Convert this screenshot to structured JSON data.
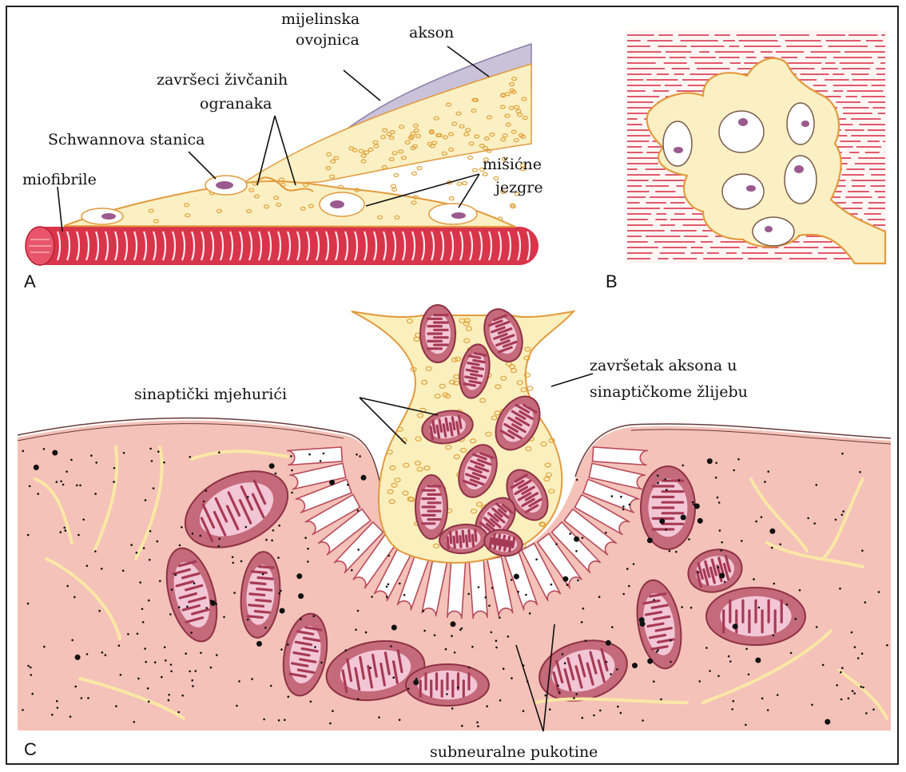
{
  "panels": {
    "a": "A",
    "b": "B",
    "c": "C"
  },
  "labels": {
    "mijelinska": "mijelinska",
    "ovojnica": "ovojnica",
    "akson": "akson",
    "zavrseci": "završeci živčanih",
    "ogranaka": "ogranaka",
    "schwann": "Schwannova stanica",
    "miofibrile": "miofibrile",
    "misicne": "mišićne",
    "jezgre": "jezgre",
    "zavrsetak1": "završetak aksona u",
    "zavrsetak2": "sinaptičkome žlijebu",
    "sinapticki": "sinaptički mjehurići",
    "subneuralne": "subneuralne pukotine"
  },
  "colors": {
    "muscle_red": "#d8344a",
    "cytoplasm_yellow": "#fbf0c4",
    "terminal_yellow": "#fbefbd",
    "orange_outline": "#e29a3e",
    "sheath_lilac": "#c9c2d9",
    "sarcoplasm_pink": "#f4c2b8",
    "mito_outer": "#b94a5e",
    "mito_inner": "#f3c6d6",
    "nucleus_purple": "#9a5a8e"
  }
}
